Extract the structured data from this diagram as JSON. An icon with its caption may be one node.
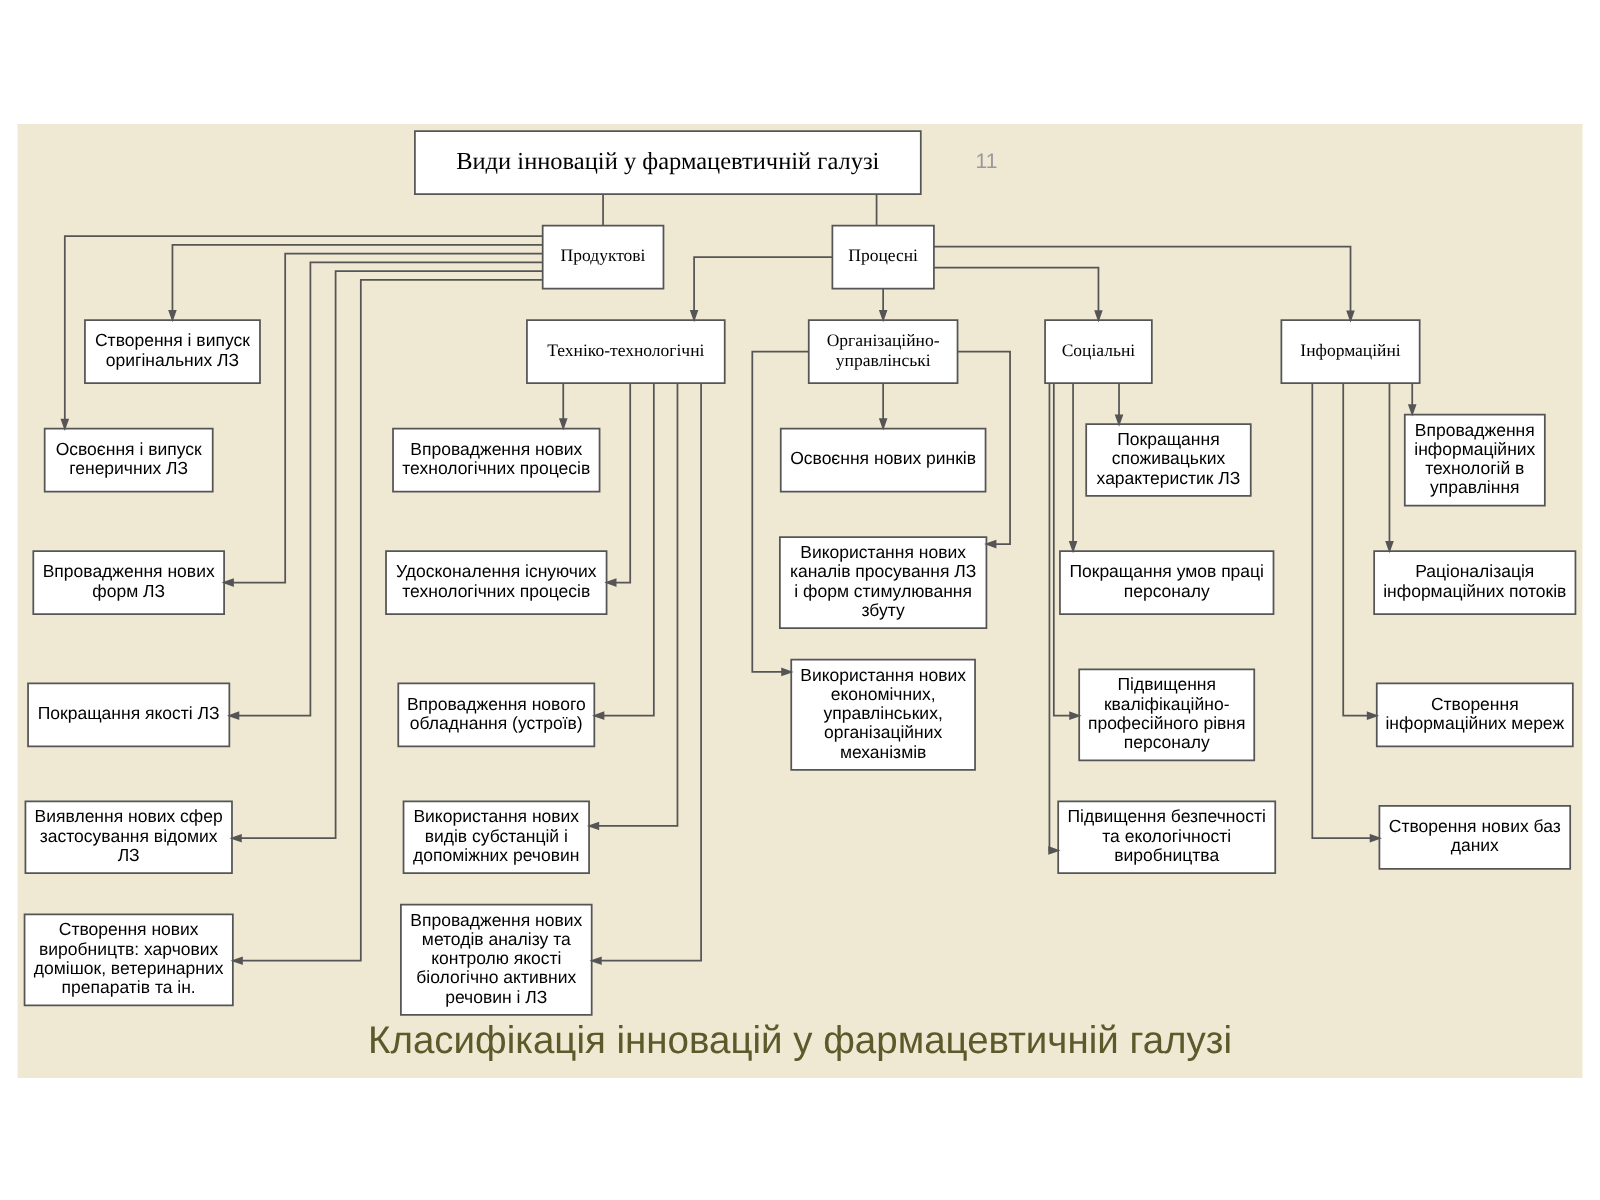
{
  "diagram": {
    "caption": "Класифікація інновацій у фармацевтичній галузі",
    "nodes": [
      {
        "text": [
          "Види інновацій у фармацевтичній галузі"
        ]
      },
      {
        "text": [
          "Продуктові"
        ]
      },
      {
        "text": [
          "Створення і випуск оригінальних ЛЗ"
        ]
      },
      {
        "text": [
          "Освоєння і випуск генеричних ЛЗ"
        ]
      },
      {
        "text": [
          "Впровадження нових форм ЛЗ"
        ]
      },
      {
        "text": [
          "Покращання якості ЛЗ"
        ]
      },
      {
        "text": [
          "Виявлення нових сфер застосування відомих ЛЗ"
        ]
      },
      {
        "text": [
          "Створення нових виробництв: харчових домішок, ветеринарних препаратів та ін."
        ]
      },
      {
        "text": [
          "Процесні"
        ]
      },
      {
        "text": [
          "Техніко-технологічні"
        ]
      },
      {
        "text": [
          "Організаційно-управлінські"
        ]
      },
      {
        "text": [
          "Соціальні"
        ]
      },
      {
        "text": [
          "Інформаційні"
        ]
      },
      {
        "text": [
          "Впровадження нових технологічних процесів"
        ]
      },
      {
        "text": [
          "Удосконалення існуючих технологічних процесів"
        ]
      },
      {
        "text": [
          "Впровадження нового обладнання (устроїв)"
        ]
      },
      {
        "text": [
          "Використання нових видів субстанцій і допоміжних речовин"
        ]
      },
      {
        "text": [
          "Впровадження нових методів аналізу та контролю якості біологічно активних речовин і ЛЗ"
        ]
      },
      {
        "text": [
          "Освоєння нових ринків"
        ]
      },
      {
        "text": [
          "Використання нових каналів просування ЛЗ і форм стимулювання збуту"
        ]
      },
      {
        "text": [
          "Використання нових економічних, управлінських, організаційних механізмів"
        ]
      },
      {
        "text": [
          "Покращання споживацьких характеристик ЛЗ"
        ]
      },
      {
        "text": [
          "Покращання умов праці персоналу"
        ]
      },
      {
        "text": [
          "Підвищення кваліфікаційно-професійного рівня персоналу"
        ]
      },
      {
        "text": [
          "Підвищення безпечності та екологічності виробництва"
        ]
      },
      {
        "text": [
          "Впровадження інформаційних технологій в управління"
        ]
      },
      {
        "text": [
          "Раціоналізація інформаційних потоків"
        ]
      },
      {
        "text": [
          "Створення інформаційних мереж"
        ]
      },
      {
        "text": [
          "Створення нових баз даних"
        ]
      }
    ],
    "edges": [
      {
        "from": 0,
        "to": 1,
        "arrow": "none"
      },
      {
        "from": 0,
        "to": 8,
        "arrow": "none"
      },
      {
        "from": 1,
        "to": 2,
        "arrow": "to"
      },
      {
        "from": 1,
        "to": 3,
        "arrow": "to"
      },
      {
        "from": 1,
        "to": 4,
        "arrow": "to"
      },
      {
        "from": 1,
        "to": 5,
        "arrow": "to"
      },
      {
        "from": 1,
        "to": 6,
        "arrow": "to"
      },
      {
        "from": 1,
        "to": 7,
        "arrow": "to"
      },
      {
        "from": 8,
        "to": 9,
        "arrow": "to"
      },
      {
        "from": 8,
        "to": 10,
        "arrow": "to"
      },
      {
        "from": 8,
        "to": 11,
        "arrow": "to"
      },
      {
        "from": 8,
        "to": 12,
        "arrow": "to"
      },
      {
        "from": 9,
        "to": 13,
        "arrow": "to"
      },
      {
        "from": 9,
        "to": 14,
        "arrow": "to"
      },
      {
        "from": 9,
        "to": 15,
        "arrow": "to"
      },
      {
        "from": 9,
        "to": 16,
        "arrow": "to"
      },
      {
        "from": 9,
        "to": 17,
        "arrow": "to"
      },
      {
        "from": 10,
        "to": 18,
        "arrow": "to"
      },
      {
        "from": 10,
        "to": 19,
        "arrow": "to"
      },
      {
        "from": 10,
        "to": 20,
        "arrow": "to"
      },
      {
        "from": 11,
        "to": 21,
        "arrow": "to"
      },
      {
        "from": 11,
        "to": 22,
        "arrow": "to"
      },
      {
        "from": 11,
        "to": 23,
        "arrow": "to"
      },
      {
        "from": 11,
        "to": 24,
        "arrow": "to"
      },
      {
        "from": 12,
        "to": 25,
        "arrow": "to"
      },
      {
        "from": 12,
        "to": 26,
        "arrow": "to"
      },
      {
        "from": 12,
        "to": 27,
        "arrow": "to"
      },
      {
        "from": 12,
        "to": 28,
        "arrow": "to"
      }
    ],
    "labels": [
      "11"
    ]
  }
}
